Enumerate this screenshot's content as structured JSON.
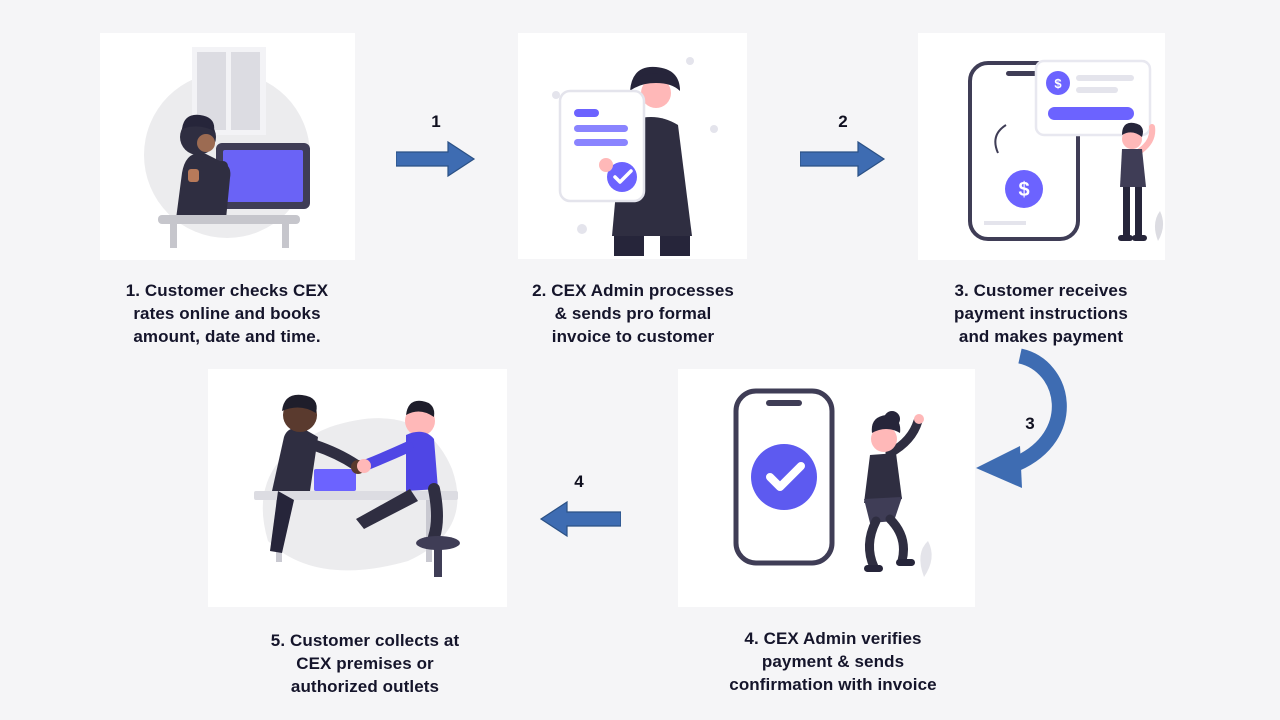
{
  "title": "CEX customer exchange process flow",
  "colors": {
    "background": "#f5f5f7",
    "card_background": "#ffffff",
    "arrow_blue": "#3e6cb2",
    "accent_purple": "#6c63ff",
    "text": "#15152b"
  },
  "steps": [
    {
      "caption": "1. Customer checks CEX\nrates online and books\namount, date and time.",
      "illustration": "customer-at-computer"
    },
    {
      "caption": "2. CEX Admin processes\n& sends pro formal\ninvoice to customer",
      "illustration": "admin-with-invoice"
    },
    {
      "caption": "3. Customer receives\npayment instructions\nand makes payment",
      "illustration": "payment-instructions-phone"
    },
    {
      "caption": "4. CEX Admin verifies\npayment & sends\nconfirmation with invoice",
      "illustration": "payment-verified-phone"
    },
    {
      "caption": "5. Customer collects at\nCEX premises or\nauthorized outlets",
      "illustration": "handshake-collection"
    }
  ],
  "connectors": [
    {
      "label": "1",
      "direction": "right"
    },
    {
      "label": "2",
      "direction": "right"
    },
    {
      "label": "3",
      "direction": "curved-down-left"
    },
    {
      "label": "4",
      "direction": "left"
    }
  ],
  "illustration_text": {
    "currency_symbol": "$"
  }
}
